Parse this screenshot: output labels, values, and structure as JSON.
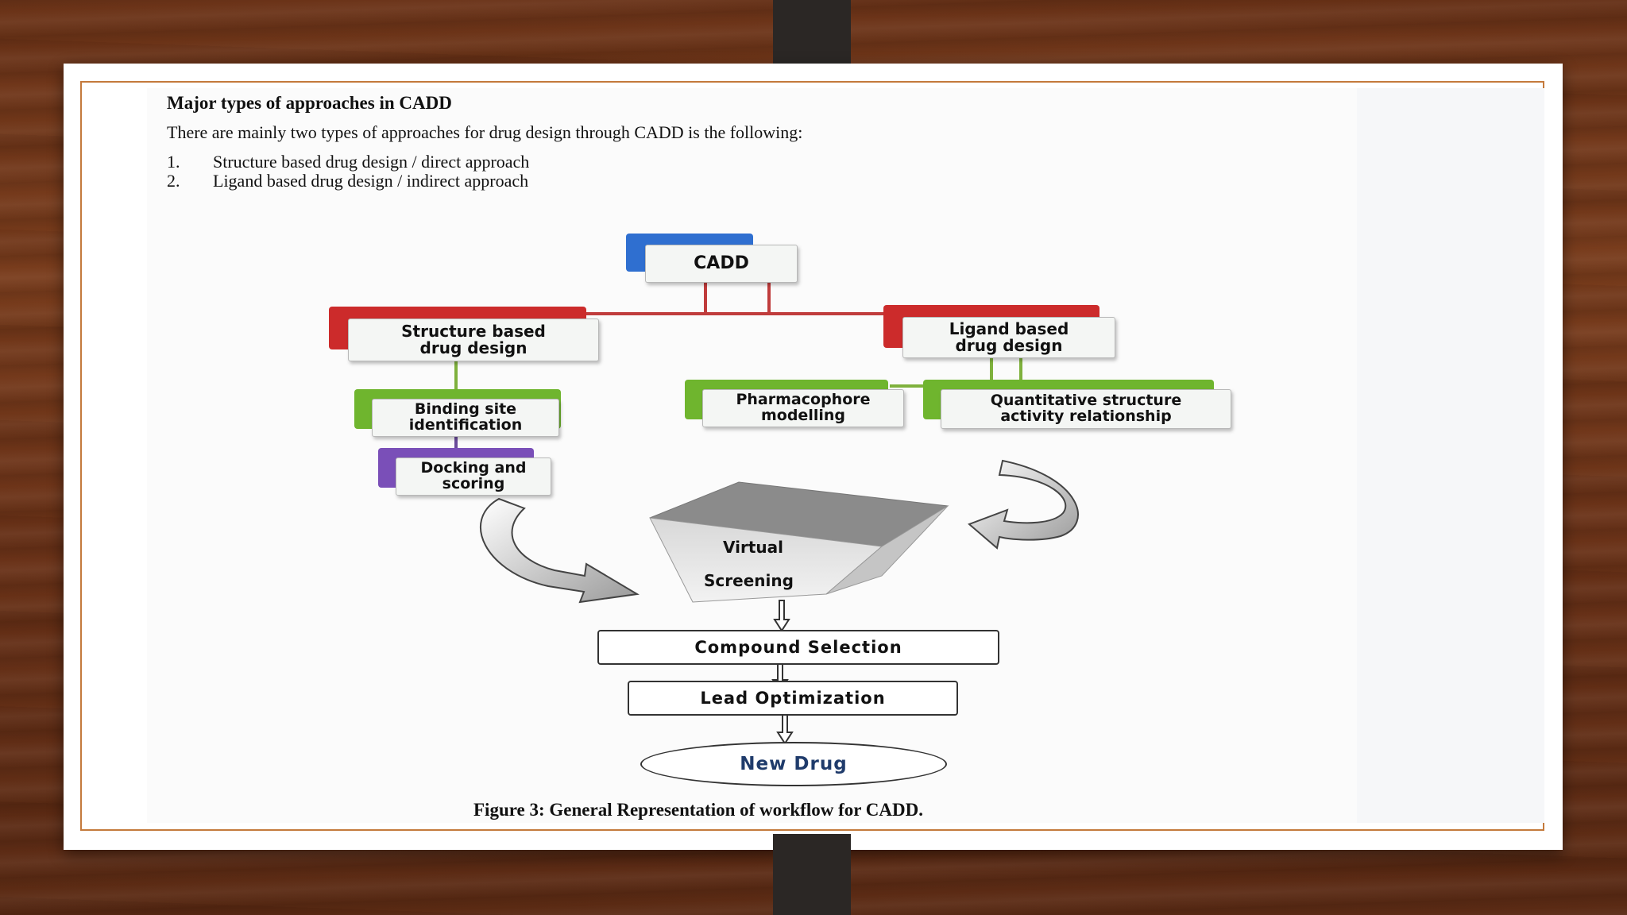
{
  "slide": {
    "heading": "Major types of approaches in CADD",
    "intro": "There are mainly two types of approaches for drug design through CADD is the following:",
    "list": [
      {
        "num": "1.",
        "text": "Structure based drug design / direct approach"
      },
      {
        "num": "2.",
        "text": "Ligand based drug design / indirect approach"
      }
    ],
    "caption": "Figure 3: General Representation of workflow for CADD."
  },
  "diagram": {
    "root": "CADD",
    "structure": "Structure based drug design",
    "ligand": "Ligand based drug design",
    "binding": "Binding site identification",
    "docking": "Docking and scoring",
    "pharmacophore": "Pharmacophore modelling",
    "qsar": "Quantitative structure activity relationship",
    "vs_line1": "Virtual",
    "vs_line2": "Screening",
    "compound": "Compound Selection",
    "lead": "Lead Optimization",
    "new_drug": "New Drug"
  },
  "colors": {
    "root_back": "#2f6fd0",
    "structure_back": "#cc2b2b",
    "ligand_back": "#cc2b2b",
    "green_back": "#6fb52e",
    "docking_back": "#7a4fb8",
    "connector_red": "#c03c3c",
    "connector_green": "#7fb13d",
    "connector_purple": "#6a4a9a",
    "frame": "#c47a3c"
  }
}
